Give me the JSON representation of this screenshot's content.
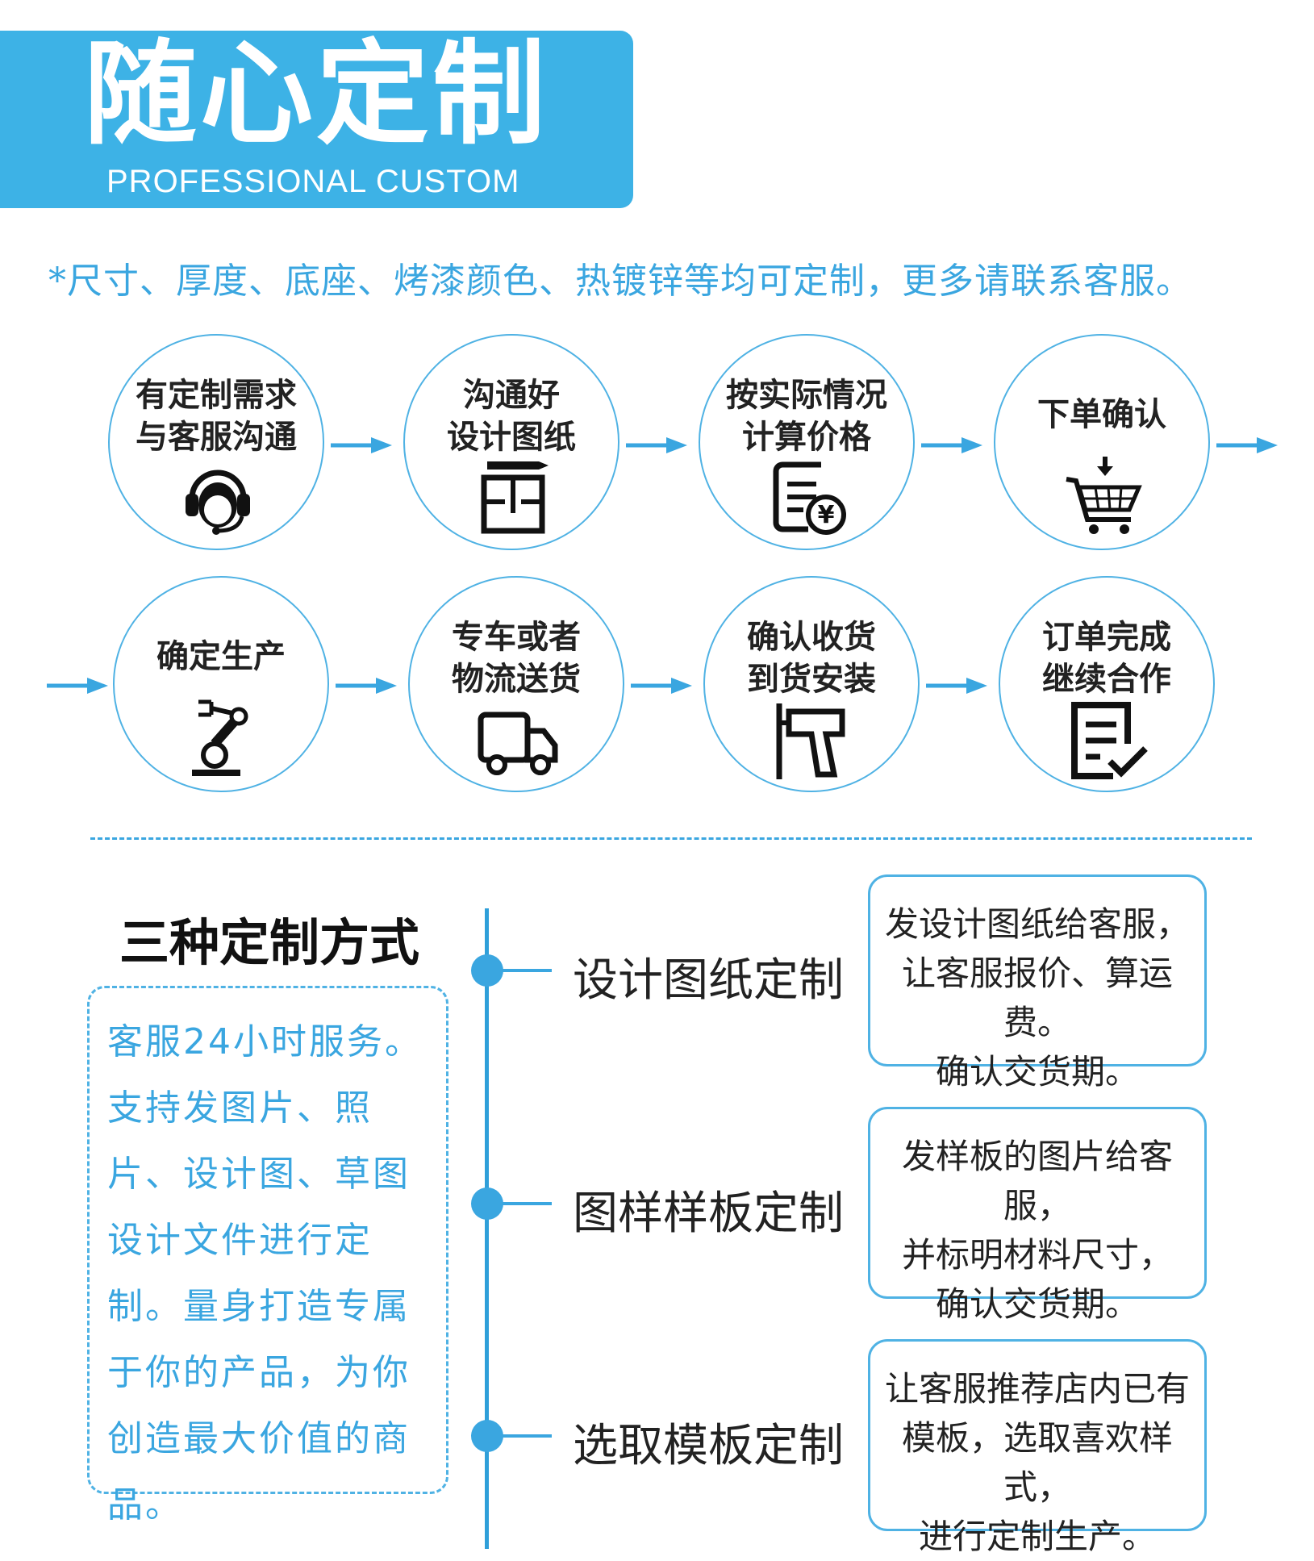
{
  "banner": {
    "title": "随心定制",
    "subtitle": "PROFESSIONAL CUSTOM"
  },
  "note": "*尺寸、厚度、底座、烤漆颜色、热镀锌等均可定制，更多请联系客服。",
  "steps": [
    {
      "label": "有定制需求\n与客服沟通",
      "icon": "customer-service-headset-icon"
    },
    {
      "label": "沟通好\n设计图纸",
      "icon": "floor-plan-pencil-icon"
    },
    {
      "label": "按实际情况\n计算价格",
      "icon": "price-document-yen-icon"
    },
    {
      "label": "下单确认",
      "icon": "shopping-cart-icon"
    },
    {
      "label": "确定生产",
      "icon": "robot-arm-icon"
    },
    {
      "label": "专车或者\n物流送货",
      "icon": "delivery-truck-icon"
    },
    {
      "label": "确认收货\n到货安装",
      "icon": "power-drill-icon"
    },
    {
      "label": "订单完成\n继续合作",
      "icon": "checked-document-icon"
    }
  ],
  "methods": {
    "title": "三种定制方式",
    "description": "客服24小时服务。支持发图片、照片、设计图、草图设计文件进行定制。量身打造专属于你的产品，为你创造最大价值的商品。",
    "items": [
      {
        "label": "设计图纸定制",
        "detail": "发设计图纸给客服，\n让客服报价、算运费。\n确认交货期。"
      },
      {
        "label": "图样样板定制",
        "detail": "发样板的图片给客服，\n并标明材料尺寸，\n确认交货期。"
      },
      {
        "label": "选取模板定制",
        "detail": "让客服推荐店内已有\n模板，选取喜欢样式，\n进行定制生产。"
      }
    ]
  },
  "colors": {
    "accent": "#3db2e6",
    "line": "#3aa6e0"
  }
}
